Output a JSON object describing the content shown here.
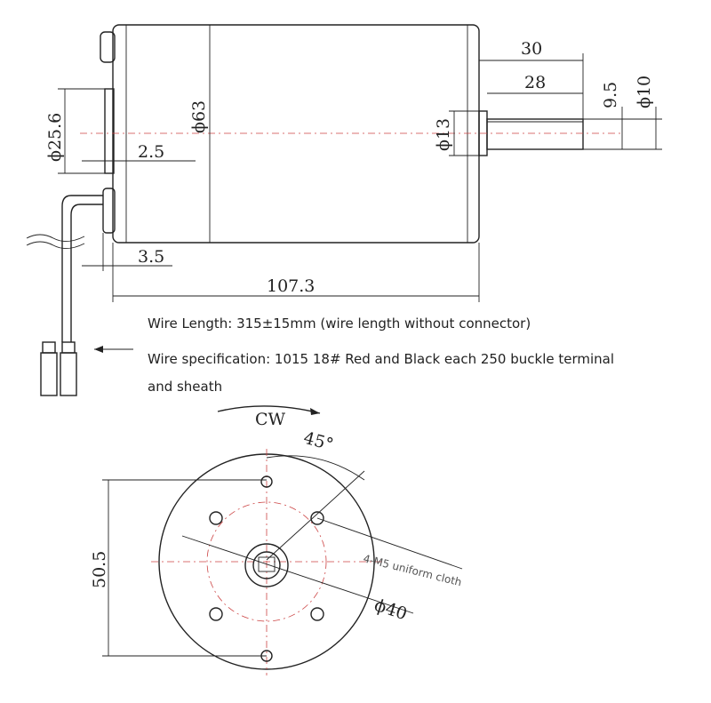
{
  "side_view": {
    "dimensions": {
      "shaft_length": "30",
      "shaft_flat_length": "28",
      "flat_width": "9.5",
      "shaft_diameter": "ϕ10",
      "boss_diameter": "ϕ13",
      "body_diameter": "ϕ63",
      "rear_boss_diameter": "ϕ25.6",
      "rear_boss_depth": "2.5",
      "rear_offset": "3.5",
      "overall_length": "107.3"
    }
  },
  "notes": {
    "wire_length": "Wire Length: 315±15mm (wire length without connector)",
    "wire_spec_line1": "Wire specification: 1015 18# Red and Black each 250 buckle terminal",
    "wire_spec_line2": "and sheath"
  },
  "front_view": {
    "rotation": "CW",
    "angle": "45°",
    "mount_holes": "4-M5 uniform cloth",
    "pcd": "ϕ40",
    "height": "50.5"
  }
}
